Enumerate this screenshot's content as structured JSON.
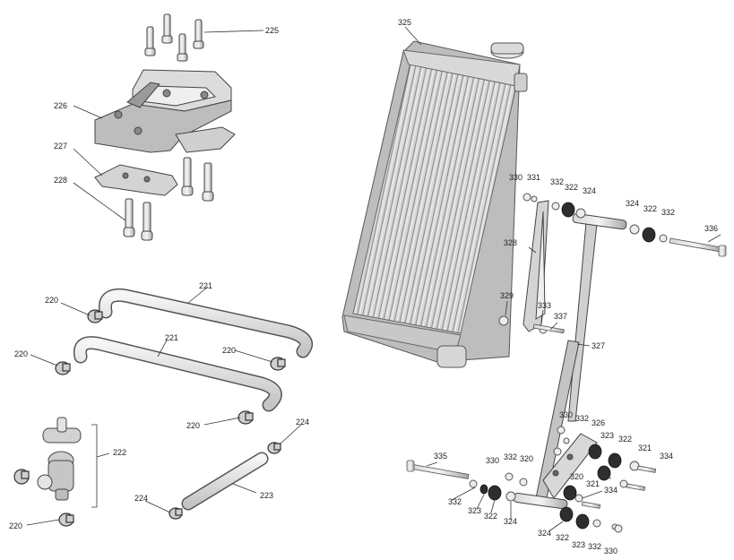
{
  "labels": {
    "p225": "225",
    "p226": "226",
    "p227": "227",
    "p228": "228",
    "p221a": "221",
    "p221b": "221",
    "p220a": "220",
    "p220b": "220",
    "p220c": "220",
    "p220d": "220",
    "p220e": "220",
    "p222": "222",
    "p223": "223",
    "p224a": "224",
    "p224b": "224",
    "p325": "325",
    "p330a": "330",
    "p331": "331",
    "p332a": "332",
    "p322a": "322",
    "p324a": "324",
    "p324b": "324",
    "p322b": "322",
    "p332b": "332",
    "p336": "336",
    "p328": "328",
    "p329": "329",
    "p333": "333",
    "p337": "337",
    "p327": "327",
    "p330b": "330",
    "p332c": "332",
    "p326": "326",
    "p323a": "323",
    "p322c": "322",
    "p321a": "321",
    "p334a": "334",
    "p335": "335",
    "p330c": "330",
    "p332d": "332",
    "p320a": "320",
    "p320b": "320",
    "p321b": "321",
    "p334b": "334",
    "p332e": "332",
    "p323b": "323",
    "p322d": "322",
    "p324c": "324",
    "p324d": "324",
    "p322e": "322",
    "p323c": "323",
    "p332f": "332",
    "p330d": "330"
  }
}
